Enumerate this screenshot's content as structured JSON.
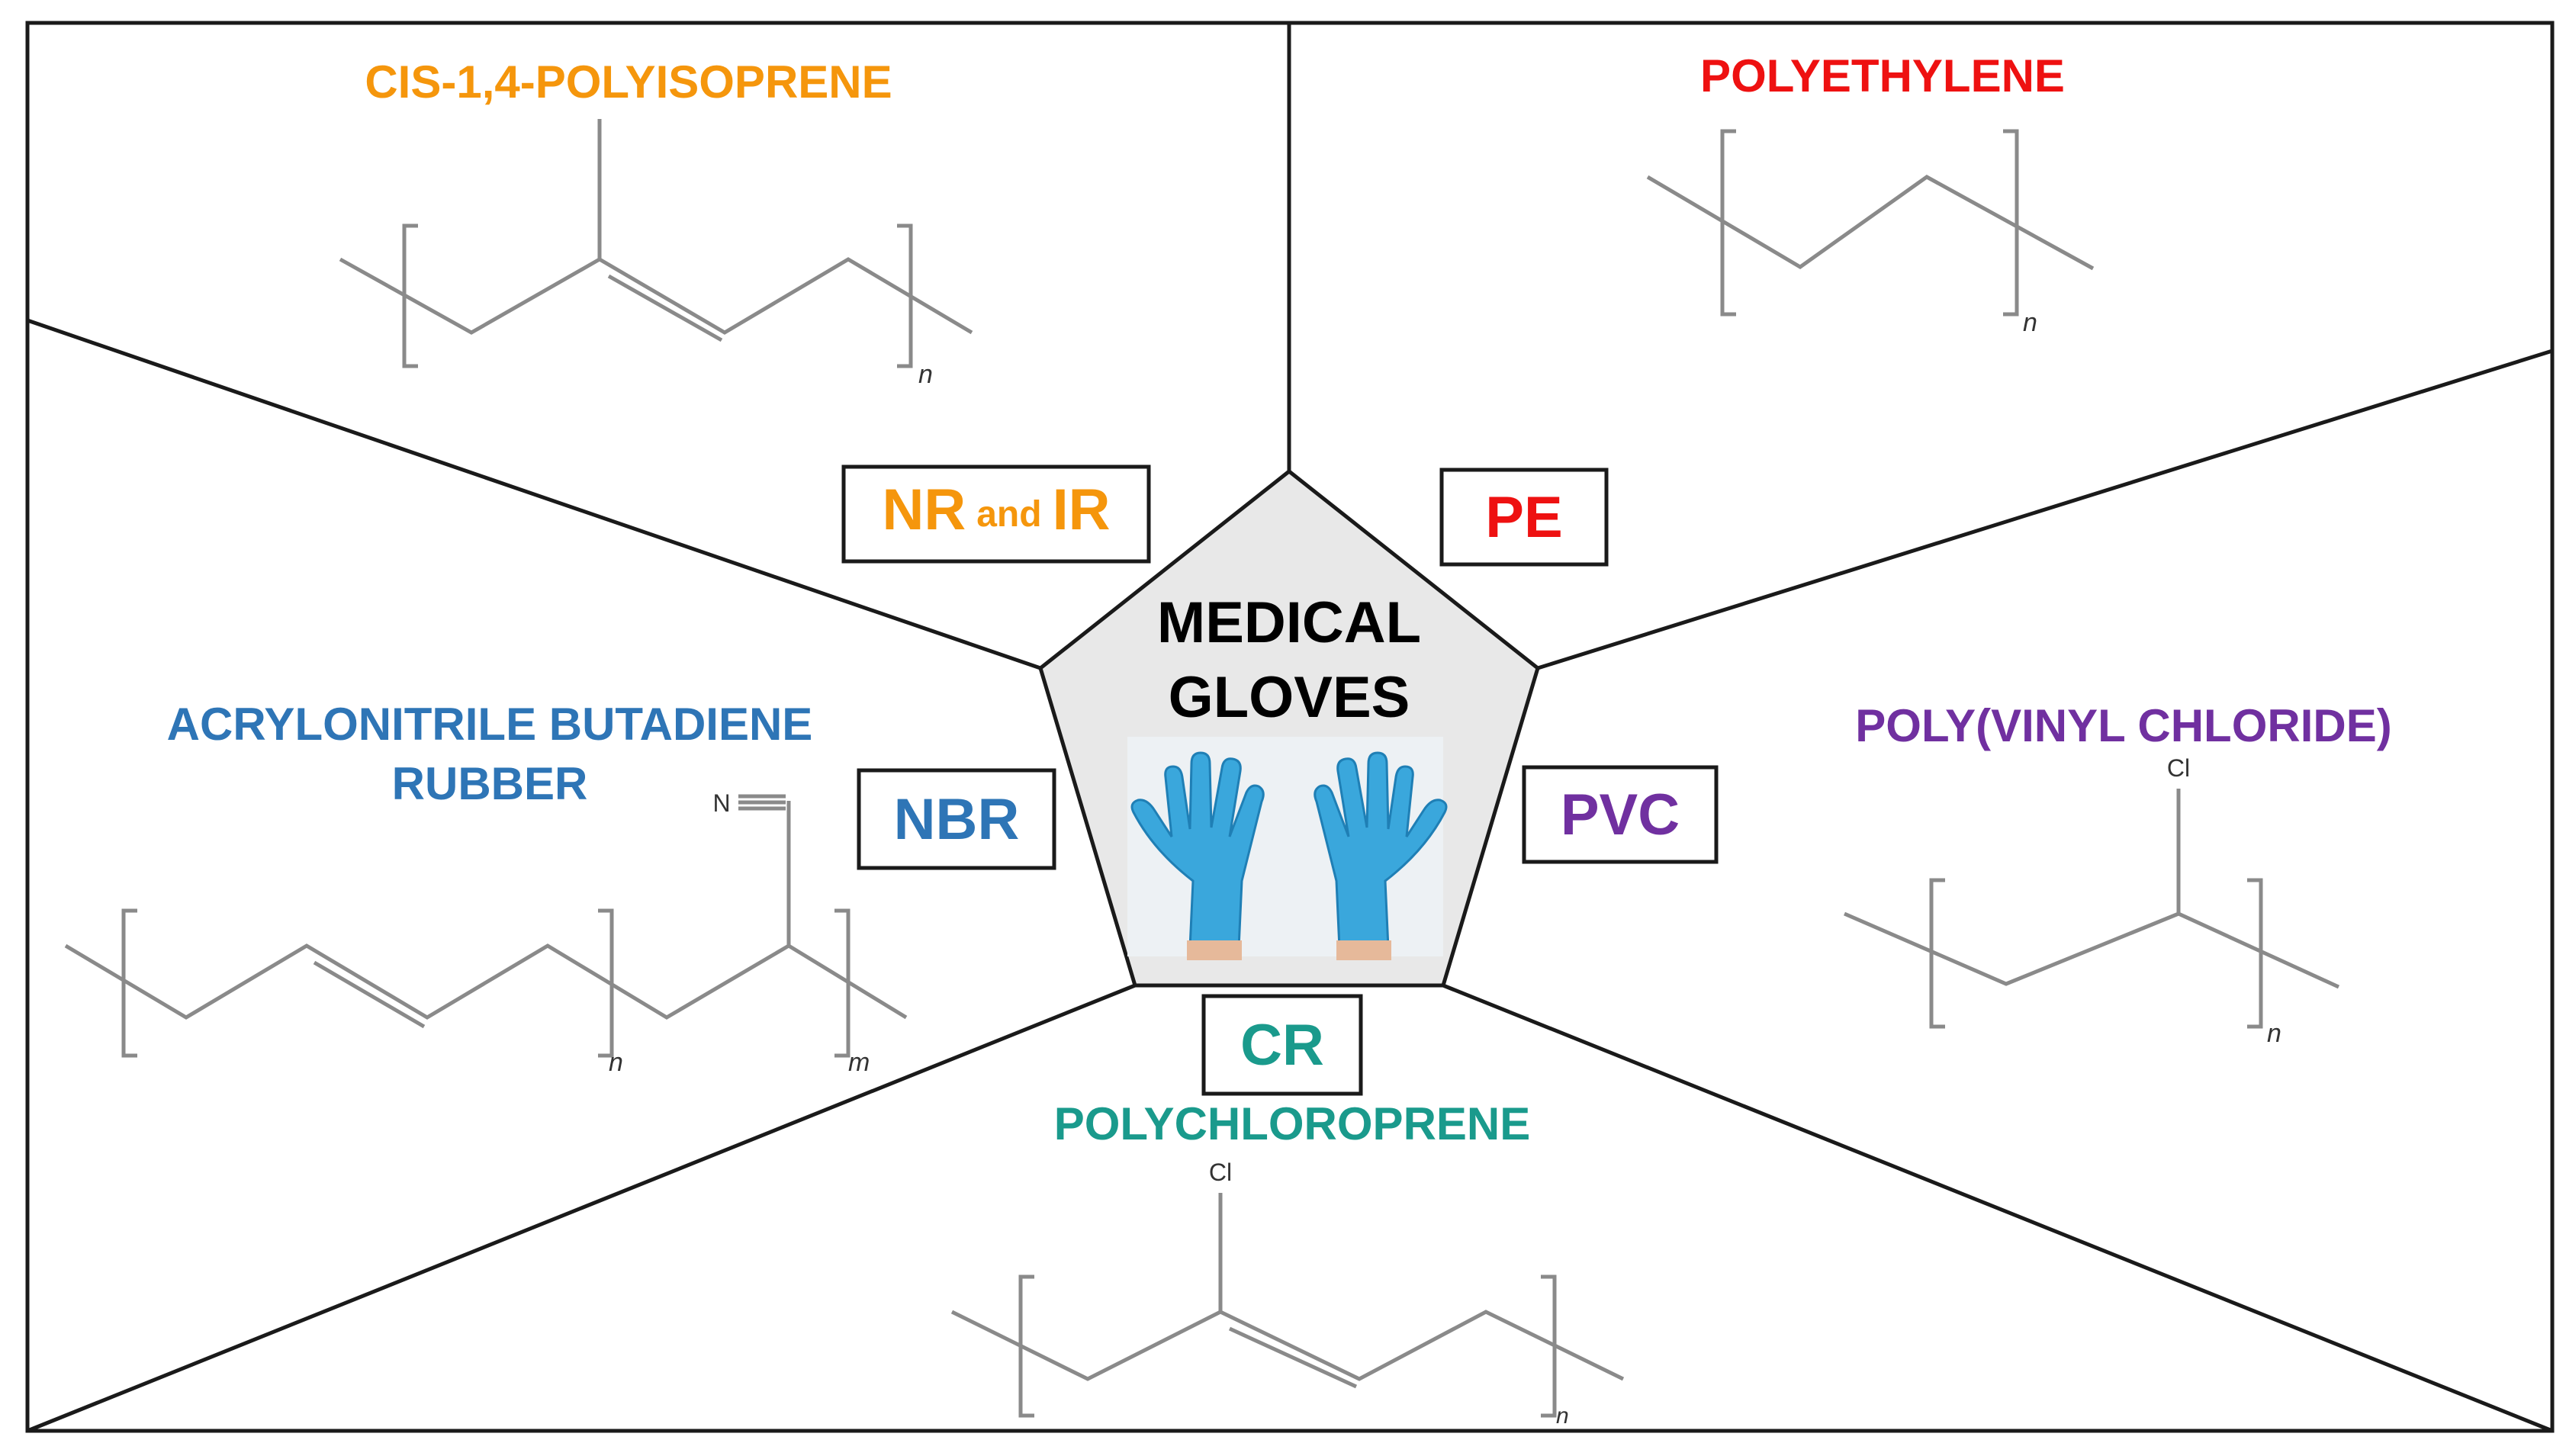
{
  "center": {
    "line1": "MEDICAL",
    "line2": "GLOVES",
    "image": "blue-nitrile-gloves-photo",
    "fill": "#e8e8e8"
  },
  "colors": {
    "nr_ir": "#f5960c",
    "pe": "#ee1111",
    "pvc": "#7030a0",
    "nbr": "#2e75b6",
    "cr": "#1a9a8c",
    "line": "#1a1a1a",
    "structure": "#8a8a8a",
    "glove": "#3aa7dc"
  },
  "sections": {
    "polyisoprene": {
      "heading": "CIS-1,4-POLYISOPRENE",
      "abbr_a": "NR",
      "abbr_joiner": "and",
      "abbr_b": "IR",
      "repeat": "n"
    },
    "polyethylene": {
      "heading": "POLYETHYLENE",
      "abbr": "PE",
      "repeat": "n"
    },
    "pvc": {
      "heading": "POLY(VINYL CHLORIDE)",
      "abbr": "PVC",
      "atom": "Cl",
      "repeat": "n"
    },
    "nbr": {
      "heading_line1": "ACRYLONITRILE BUTADIENE",
      "heading_line2": "RUBBER",
      "abbr": "NBR",
      "atom": "N",
      "repeat_1": "n",
      "repeat_2": "m"
    },
    "chloroprene": {
      "heading": "POLYCHLOROPRENE",
      "abbr": "CR",
      "atom": "Cl",
      "repeat": "n"
    }
  }
}
